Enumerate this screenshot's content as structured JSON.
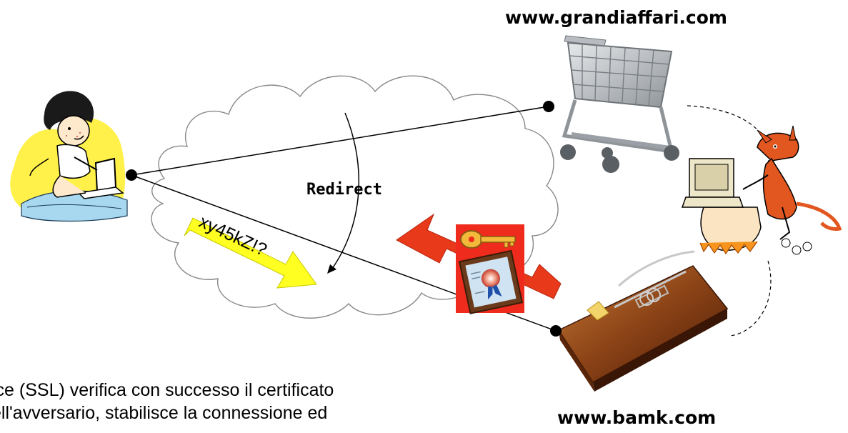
{
  "sites": {
    "legit": "www.grandiaffari.com",
    "fake": "www.bamk.com"
  },
  "network": {
    "redirect_label": "Redirect",
    "typed_password": "xy45kZ!?"
  },
  "caption": {
    "line1": "ice (SSL) verifica con successo il certificato",
    "line2": "ell'avversario, stabilisce la connessione ed"
  },
  "icons": {
    "user": "girl-at-laptop-icon",
    "shop": "shopping-cart-icon",
    "attacker": "devil-at-computer-icon",
    "trap": "mousetrap-icon",
    "credentials": "key-and-certificate-icon"
  },
  "colors": {
    "credentials_arrow": "#e8391a",
    "password_arrow": "#ffff22",
    "dot": "#000000"
  }
}
